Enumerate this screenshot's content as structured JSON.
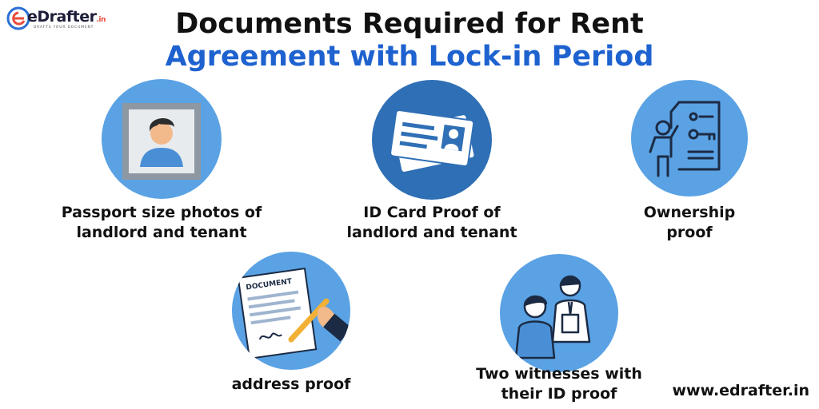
{
  "brand": {
    "name": "eDrafter",
    "tld": ".in",
    "tagline": "DRAFTS YOUR DOCUMENT"
  },
  "title": {
    "line1": "Documents Required for Rent",
    "line2": "Agreement with Lock-in Period"
  },
  "items": [
    {
      "label_line1": "Passport size photos of",
      "label_line2": "landlord and tenant",
      "icon": "passport-photo-icon"
    },
    {
      "label_line1": "ID Card Proof of",
      "label_line2": "landlord and tenant",
      "icon": "id-card-icon"
    },
    {
      "label_line1": "Ownership",
      "label_line2": "proof",
      "icon": "ownership-document-icon"
    },
    {
      "label_line1": "address proof",
      "label_line2": "",
      "icon": "signing-document-icon",
      "badge": "DOCUMENT"
    },
    {
      "label_line1": "Two witnesses with",
      "label_line2": "their ID proof",
      "icon": "witnesses-icon"
    }
  ],
  "footer": {
    "website": "www.edrafter.in"
  },
  "colors": {
    "title_dark": "#111111",
    "title_blue": "#1e62d0",
    "circle_light": "#5aa2e4",
    "circle_dark": "#2f6fb5"
  }
}
